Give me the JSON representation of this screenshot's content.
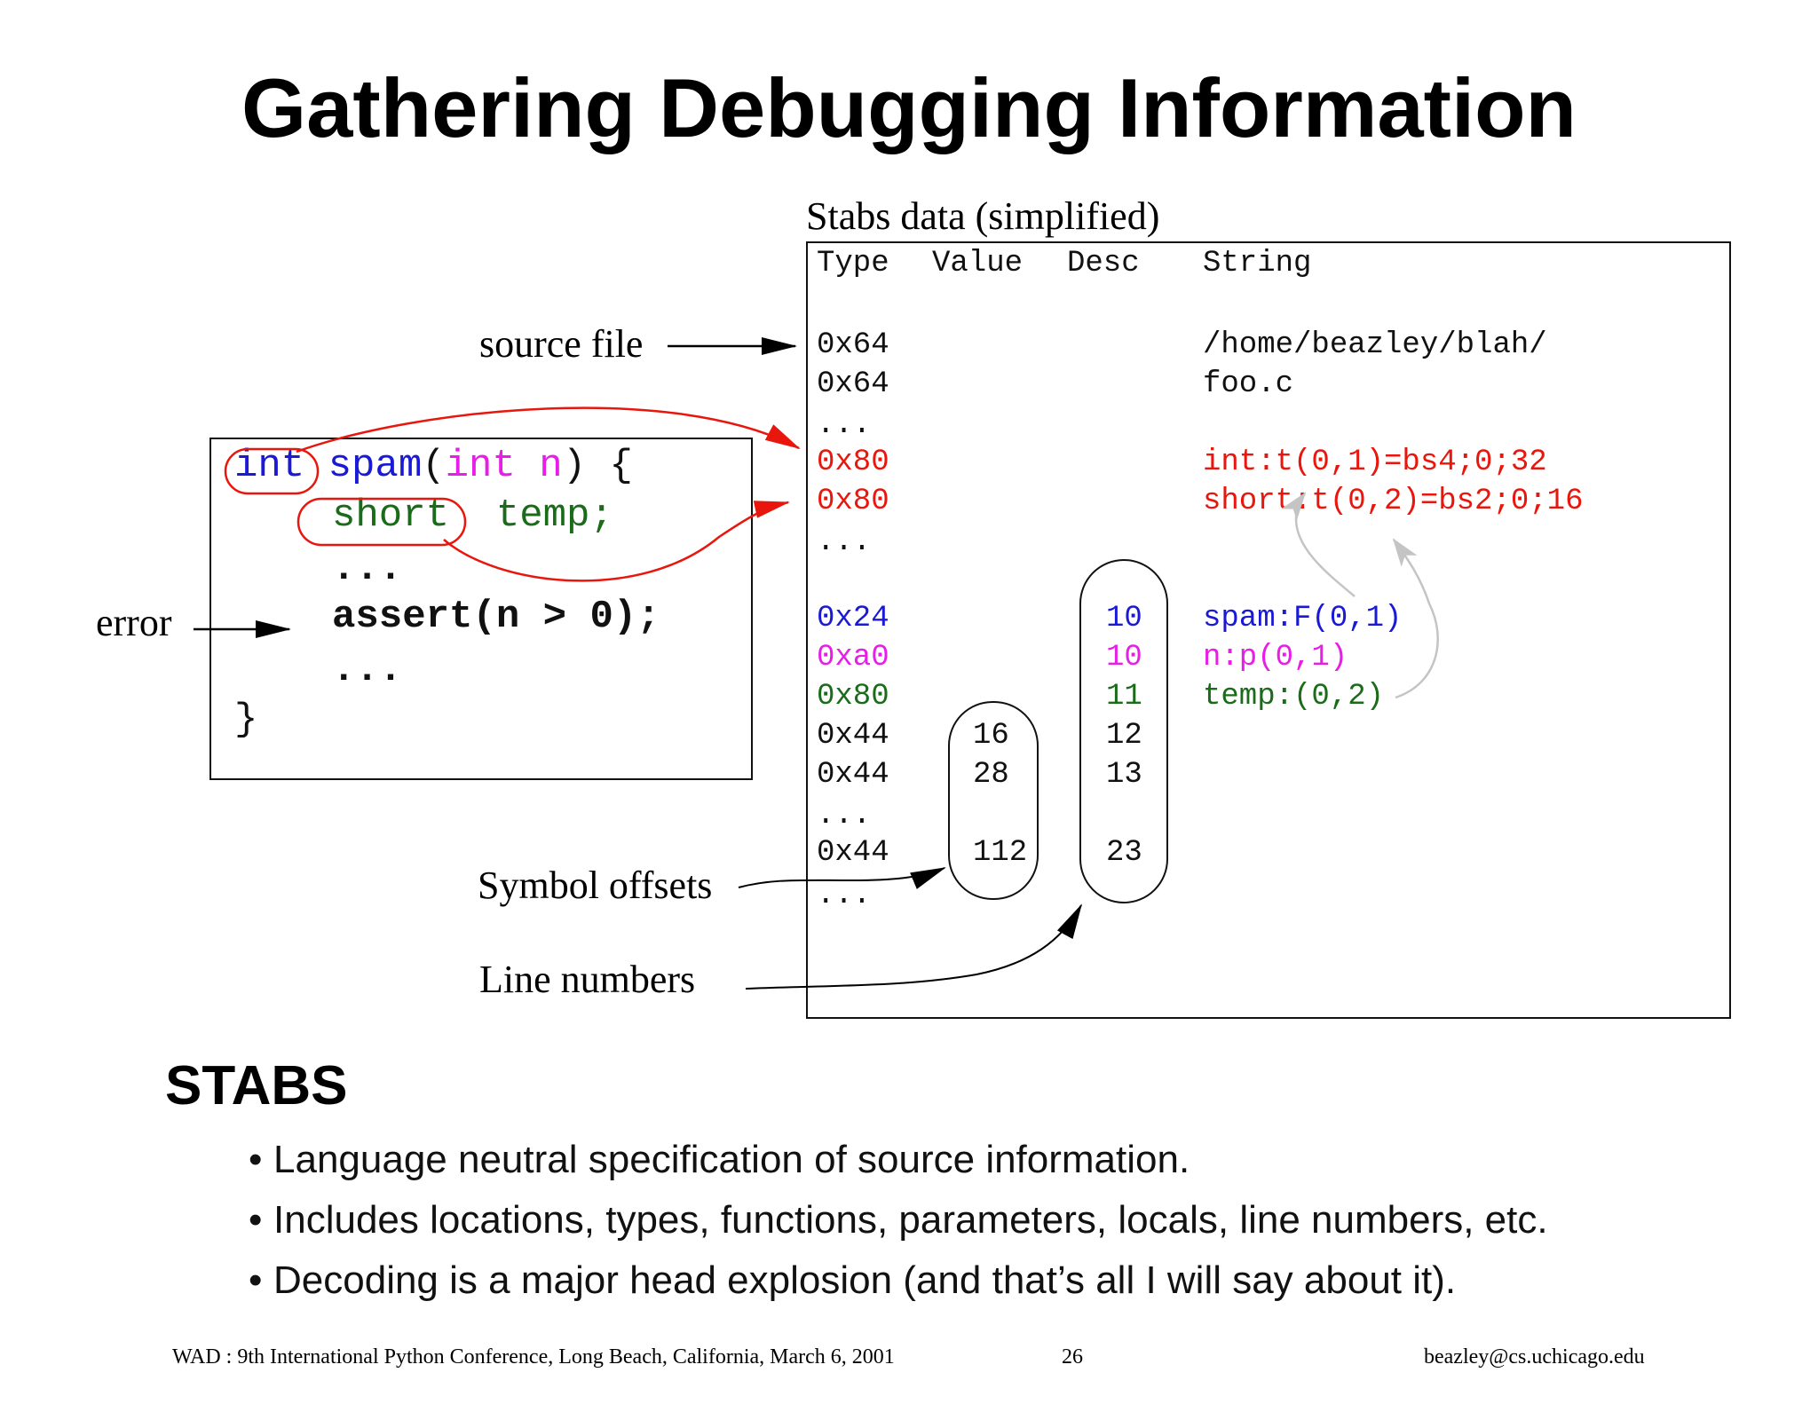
{
  "title": "Gathering Debugging Information",
  "stabs_caption": "Stabs data (simplified)",
  "table": {
    "headers": {
      "type": "Type",
      "value": "Value",
      "desc": "Desc",
      "string": "String"
    },
    "rows": [
      {
        "type": "0x64",
        "value": "",
        "desc": "",
        "string": "/home/beazley/blah/",
        "color": "#111111"
      },
      {
        "type": "0x64",
        "value": "",
        "desc": "",
        "string": "foo.c",
        "color": "#111111"
      },
      {
        "type": "...",
        "value": "",
        "desc": "",
        "string": "",
        "color": "#111111"
      },
      {
        "type": "0x80",
        "value": "",
        "desc": "",
        "string": "int:t(0,1)=bs4;0;32",
        "color": "#e8160c"
      },
      {
        "type": "0x80",
        "value": "",
        "desc": "",
        "string": "short:t(0,2)=bs2;0;16",
        "color": "#e8160c"
      },
      {
        "type": "...",
        "value": "",
        "desc": "",
        "string": "",
        "color": "#111111"
      },
      {
        "type": "0x24",
        "value": "",
        "desc": "10",
        "string": "spam:F(0,1)",
        "color": "#1a1ad6"
      },
      {
        "type": "0xa0",
        "value": "",
        "desc": "10",
        "string": "n:p(0,1)",
        "color": "#e61ee6"
      },
      {
        "type": "0x80",
        "value": "",
        "desc": "11",
        "string": "temp:(0,2)",
        "color": "#1a6b1a"
      },
      {
        "type": "0x44",
        "value": "16",
        "desc": "12",
        "string": "",
        "color": "#111111"
      },
      {
        "type": "0x44",
        "value": "28",
        "desc": "13",
        "string": "",
        "color": "#111111"
      },
      {
        "type": "...",
        "value": "",
        "desc": "",
        "string": "",
        "color": "#111111"
      },
      {
        "type": "0x44",
        "value": "112",
        "desc": "23",
        "string": "",
        "color": "#111111"
      },
      {
        "type": "...",
        "value": "",
        "desc": "",
        "string": "",
        "color": "#111111"
      }
    ]
  },
  "labels": {
    "source_file": "source file",
    "error": "error",
    "symbol_offsets": "Symbol offsets",
    "line_numbers": "Line numbers"
  },
  "code": {
    "line1_int": "int",
    "line1_spam": "spam",
    "line1_paren": "(",
    "line1_int2": "int",
    "line1_n": " n",
    "line1_close": ") {",
    "line2_short": "short",
    "line2_temp": "temp;",
    "line3": "...",
    "line4": "assert(n > 0);",
    "line5": "...",
    "line6": "}"
  },
  "section_title": "STABS",
  "bullets": [
    "Language neutral specification of source information.",
    "Includes locations, types, functions, parameters, locals, line numbers, etc.",
    "Decoding is a major head explosion (and that’s all I will say about it)."
  ],
  "bullet_glyph": "•",
  "footer": {
    "left": "WAD : 9th International Python Conference, Long Beach, California, March 6, 2001",
    "page": "26",
    "right": "beazley@cs.uchicago.edu"
  },
  "colors": {
    "red": "#e8160c",
    "blue": "#1a1ad6",
    "magenta": "#e61ee6",
    "green": "#1a6b1a",
    "gray_arrow": "#b8b8b8"
  }
}
